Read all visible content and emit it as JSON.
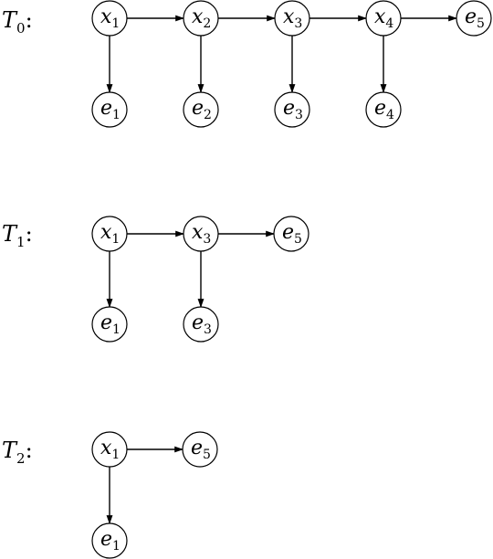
{
  "colors": {
    "stroke": "#000000",
    "fill": "#ffffff"
  },
  "trees": [
    {
      "label": {
        "base": "T",
        "sub": "0",
        "suffix": ":"
      },
      "nodes": [
        {
          "id": "x1",
          "base": "x",
          "sub": "1"
        },
        {
          "id": "x2",
          "base": "x",
          "sub": "2"
        },
        {
          "id": "x3",
          "base": "x",
          "sub": "3"
        },
        {
          "id": "x4",
          "base": "x",
          "sub": "4"
        },
        {
          "id": "e5",
          "base": "e",
          "sub": "5"
        },
        {
          "id": "e1",
          "base": "e",
          "sub": "1"
        },
        {
          "id": "e2",
          "base": "e",
          "sub": "2"
        },
        {
          "id": "e3",
          "base": "e",
          "sub": "3"
        },
        {
          "id": "e4",
          "base": "e",
          "sub": "4"
        }
      ],
      "edges": [
        [
          "x1",
          "x2"
        ],
        [
          "x2",
          "x3"
        ],
        [
          "x3",
          "x4"
        ],
        [
          "x4",
          "e5"
        ],
        [
          "x1",
          "e1"
        ],
        [
          "x2",
          "e2"
        ],
        [
          "x3",
          "e3"
        ],
        [
          "x4",
          "e4"
        ]
      ]
    },
    {
      "label": {
        "base": "T",
        "sub": "1",
        "suffix": ":"
      },
      "nodes": [
        {
          "id": "x1",
          "base": "x",
          "sub": "1"
        },
        {
          "id": "x3",
          "base": "x",
          "sub": "3"
        },
        {
          "id": "e5",
          "base": "e",
          "sub": "5"
        },
        {
          "id": "e1",
          "base": "e",
          "sub": "1"
        },
        {
          "id": "e3",
          "base": "e",
          "sub": "3"
        }
      ],
      "edges": [
        [
          "x1",
          "x3"
        ],
        [
          "x3",
          "e5"
        ],
        [
          "x1",
          "e1"
        ],
        [
          "x3",
          "e3"
        ]
      ]
    },
    {
      "label": {
        "base": "T",
        "sub": "2",
        "suffix": ":"
      },
      "nodes": [
        {
          "id": "x1",
          "base": "x",
          "sub": "1"
        },
        {
          "id": "e5",
          "base": "e",
          "sub": "5"
        },
        {
          "id": "e1",
          "base": "e",
          "sub": "1"
        }
      ],
      "edges": [
        [
          "x1",
          "e5"
        ],
        [
          "x1",
          "e1"
        ]
      ]
    }
  ]
}
